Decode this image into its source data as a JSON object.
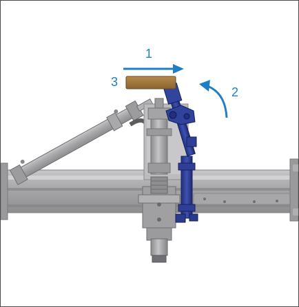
{
  "labels": {
    "one": "1",
    "two": "2",
    "three": "3"
  },
  "colors": {
    "annotation": "#1f7ec4",
    "gripper": "#2e3f95",
    "workpiece": "#a0783c",
    "metal": "#a8a8ab"
  }
}
